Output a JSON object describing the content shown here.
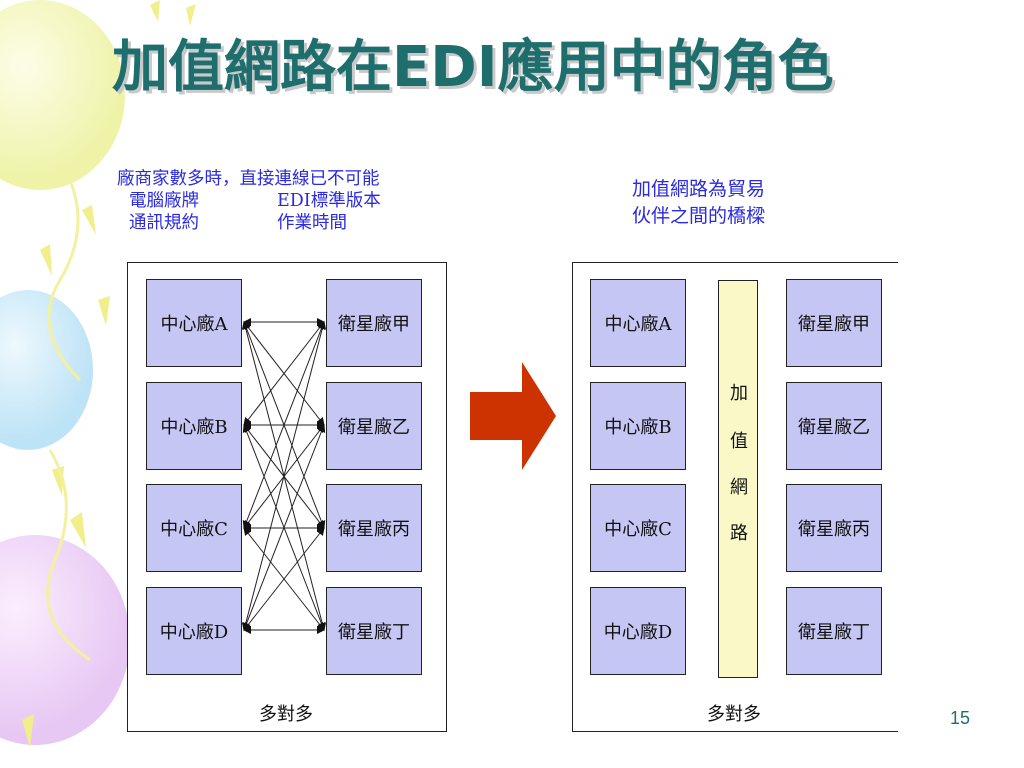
{
  "title": "加值網路在EDI應用中的角色",
  "left_caption": {
    "line1": "廠商家數多時，直接連線已不可能",
    "items": [
      "電腦廠牌",
      "EDI標準版本",
      "通訊規約",
      "作業時間"
    ]
  },
  "right_caption": {
    "line1": "加值網路為貿易",
    "line2": "伙伴之間的橋樑"
  },
  "left_diagram": {
    "centers": [
      "中心廠A",
      "中心廠B",
      "中心廠C",
      "中心廠D"
    ],
    "satellites": [
      "衛星廠甲",
      "衛星廠乙",
      "衛星廠丙",
      "衛星廠丁"
    ],
    "footer": "多對多"
  },
  "right_diagram": {
    "centers": [
      "中心廠A",
      "中心廠B",
      "中心廠C",
      "中心廠D"
    ],
    "satellites": [
      "衛星廠甲",
      "衛星廠乙",
      "衛星廠丙",
      "衛星廠丁"
    ],
    "van_chars": [
      "加",
      "值",
      "網",
      "路"
    ],
    "footer": "多對多"
  },
  "page_number": "15",
  "colors": {
    "title": "#1f6e6e",
    "caption": "#2a2ae0",
    "box_fill": "#c6c6f4",
    "van_fill": "#fbf8c8",
    "arrow": "#cc3300"
  }
}
